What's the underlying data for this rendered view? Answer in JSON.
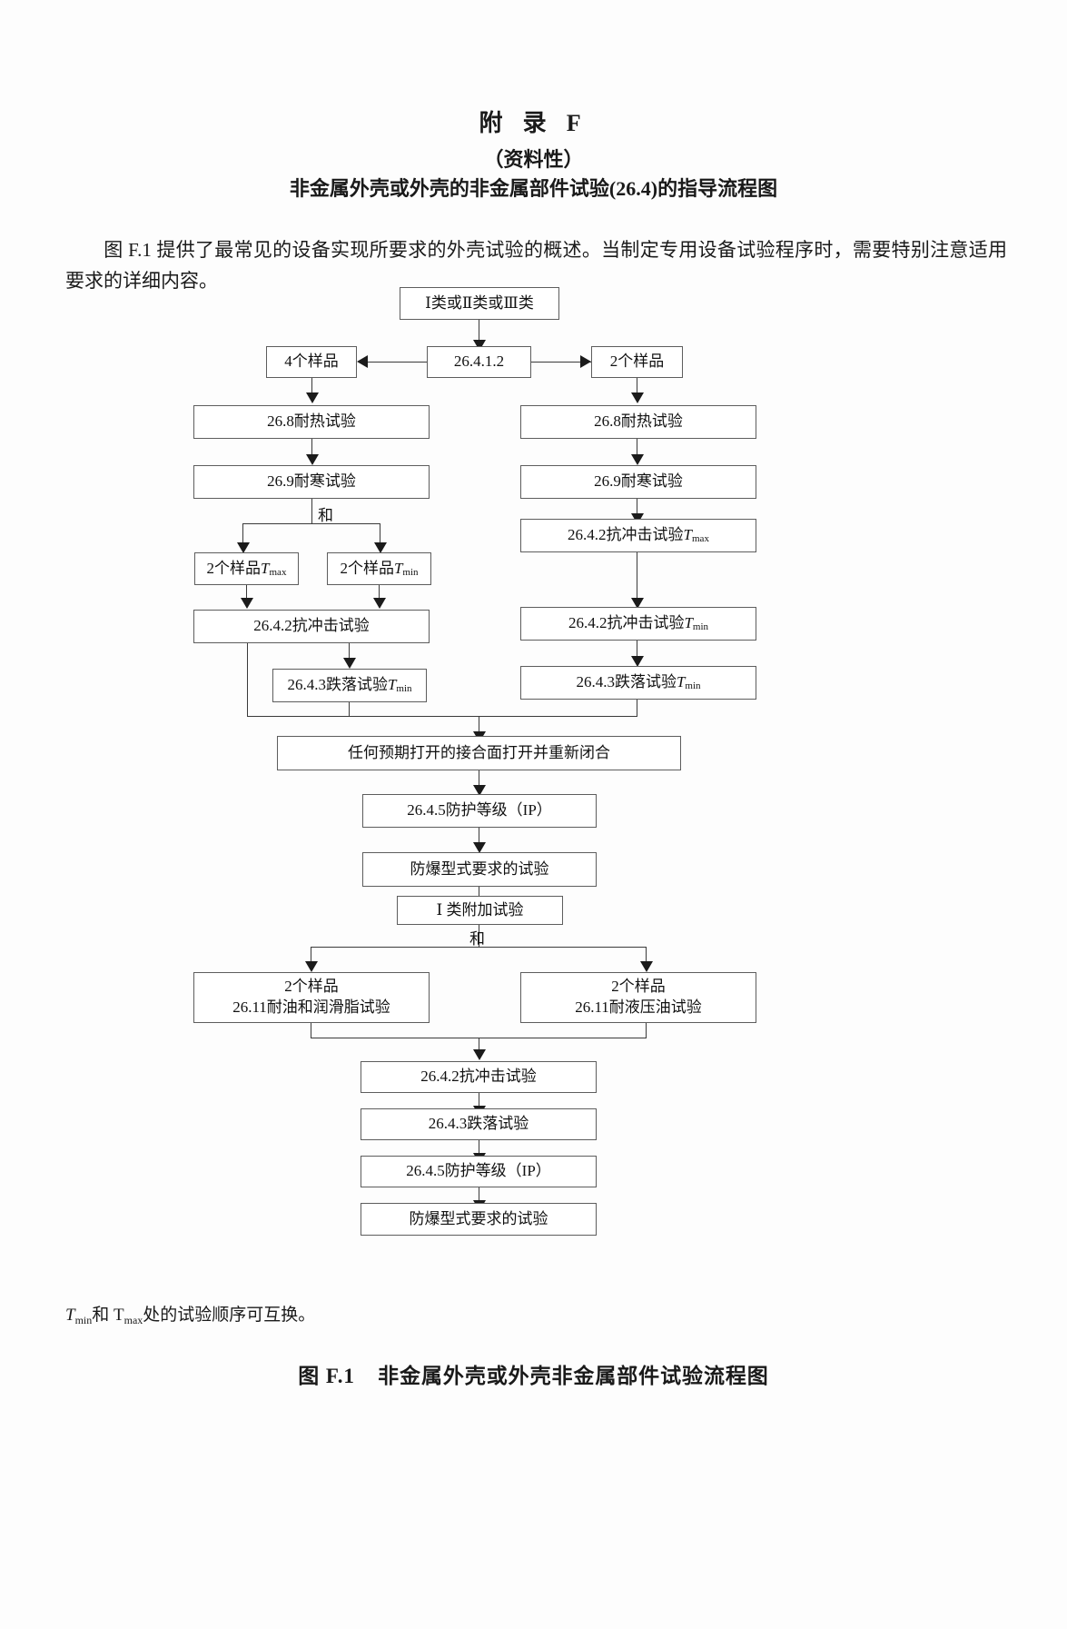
{
  "header": {
    "appendix_title": "附 录 F",
    "appendix_kind": "（资料性）",
    "appendix_subject": "非金属外壳或外壳的非金属部件试验(26.4)的指导流程图"
  },
  "intro": {
    "text": "图 F.1 提供了最常见的设备实现所要求的外壳试验的概述。当制定专用设备试验程序时，需要特别注意适用要求的详细内容。"
  },
  "flowchart": {
    "nodes": {
      "top_class": "Ⅰ类或Ⅱ类或Ⅲ类",
      "clause_26412": "26.4.1.2",
      "four_samples": "4个样品",
      "two_samples": "2个样品",
      "left_heat": "26.8耐热试验",
      "left_cold": "26.9耐寒试验",
      "left_and_label": "和",
      "left_two_samples_tmax": "2个样品",
      "left_two_samples_tmin": "2个样品",
      "left_impact": "26.4.2抗冲击试验",
      "left_drop_tmin": "26.4.3跌落试验",
      "right_heat": "26.8耐热试验",
      "right_cold": "26.9耐寒试验",
      "right_impact_tmax": "26.4.2抗冲击试验",
      "right_impact_tmin": "26.4.2抗冲击试验",
      "right_drop_tmin": "26.4.3跌落试验",
      "joint_reclose": "任何预期打开的接合面打开并重新闭合",
      "ip_rating": "26.4.5防护等级（IP）",
      "ex_type_test": "防爆型式要求的试验",
      "class_i_extra": "Ⅰ 类附加试验",
      "bottom_and_label": "和",
      "oil_grease_line1": "2个样品",
      "oil_grease_line2": "26.11耐油和润滑脂试验",
      "hydraulic_line1": "2个样品",
      "hydraulic_line2": "26.11耐液压油试验",
      "final_impact": "26.4.2抗冲击试验",
      "final_drop": "26.4.3跌落试验",
      "final_ip": "26.4.5防护等级（IP）",
      "final_ex_type": "防爆型式要求的试验"
    },
    "subscripts": {
      "tmax": "max",
      "tmin": "min",
      "t_symbol": "T"
    }
  },
  "footnote": {
    "prefix": "T",
    "sub1": "min",
    "mid": "和 T",
    "sub2": "max",
    "suffix": "处的试验顺序可互换。",
    "full": "Tmin 和 Tmax 处的试验顺序可互换。"
  },
  "caption": {
    "label": "图 F.1",
    "text": "非金属外壳或外壳非金属部件试验流程图"
  }
}
